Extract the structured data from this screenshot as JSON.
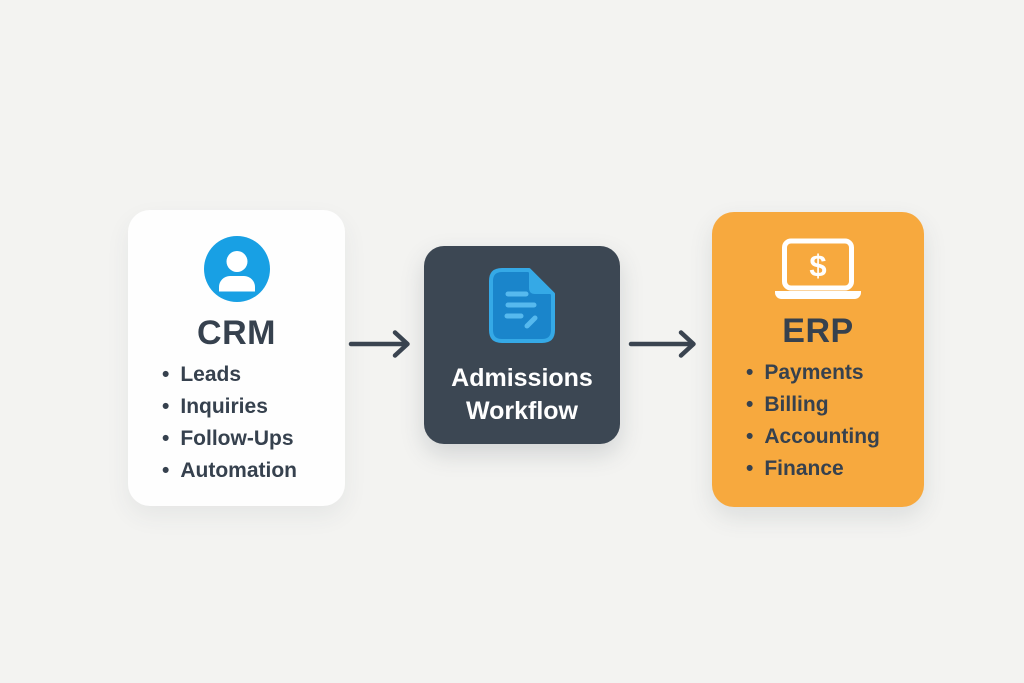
{
  "diagram": {
    "nodes": {
      "crm": {
        "title": "CRM",
        "icon": "user-icon",
        "items": [
          "Leads",
          "Inquiries",
          "Follow-Ups",
          "Automation"
        ]
      },
      "workflow": {
        "title": "Admissions Workflow",
        "icon": "document-icon"
      },
      "erp": {
        "title": "ERP",
        "icon": "laptop-dollar-icon",
        "items": [
          "Payments",
          "Billing",
          "Accounting",
          "Finance"
        ]
      }
    },
    "connections": [
      {
        "from": "crm",
        "to": "workflow"
      },
      {
        "from": "workflow",
        "to": "erp"
      }
    ]
  },
  "colors": {
    "background": "#f3f3f1",
    "card_white": "#fefefe",
    "card_dark": "#3c4753",
    "card_orange": "#f7a93e",
    "accent_blue": "#18a0e4",
    "doc_fill": "#1a85cb",
    "doc_border": "#35a9e6",
    "doc_lines": "#56b9ee",
    "text_dark": "#36414e",
    "text_light": "#ffffff",
    "arrow": "#3a4450"
  }
}
